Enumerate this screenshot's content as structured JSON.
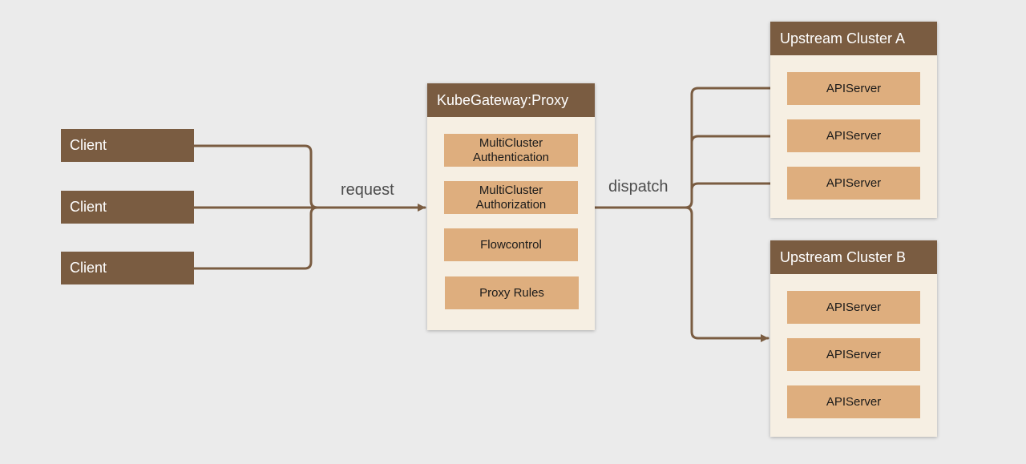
{
  "clients": [
    {
      "label": "Client"
    },
    {
      "label": "Client"
    },
    {
      "label": "Client"
    }
  ],
  "edges": {
    "request_label": "request",
    "dispatch_label": "dispatch"
  },
  "gateway": {
    "title": "KubeGateway:Proxy",
    "modules": [
      {
        "line1": "MultiCluster",
        "line2": "Authentication"
      },
      {
        "line1": "MultiCluster",
        "line2": "Authorization"
      },
      {
        "line1": "Flowcontrol",
        "line2": ""
      },
      {
        "line1": "Proxy Rules",
        "line2": ""
      }
    ]
  },
  "clusters": [
    {
      "title": "Upstream Cluster A",
      "servers": [
        {
          "label": "APIServer"
        },
        {
          "label": "APIServer"
        },
        {
          "label": "APIServer"
        }
      ]
    },
    {
      "title": "Upstream Cluster B",
      "servers": [
        {
          "label": "APIServer"
        },
        {
          "label": "APIServer"
        },
        {
          "label": "APIServer"
        }
      ]
    }
  ],
  "colors": {
    "header": "#7a5c41",
    "panel": "#f6efe3",
    "module": "#deae7e",
    "line": "#7a5c41",
    "background": "#ebebeb"
  }
}
